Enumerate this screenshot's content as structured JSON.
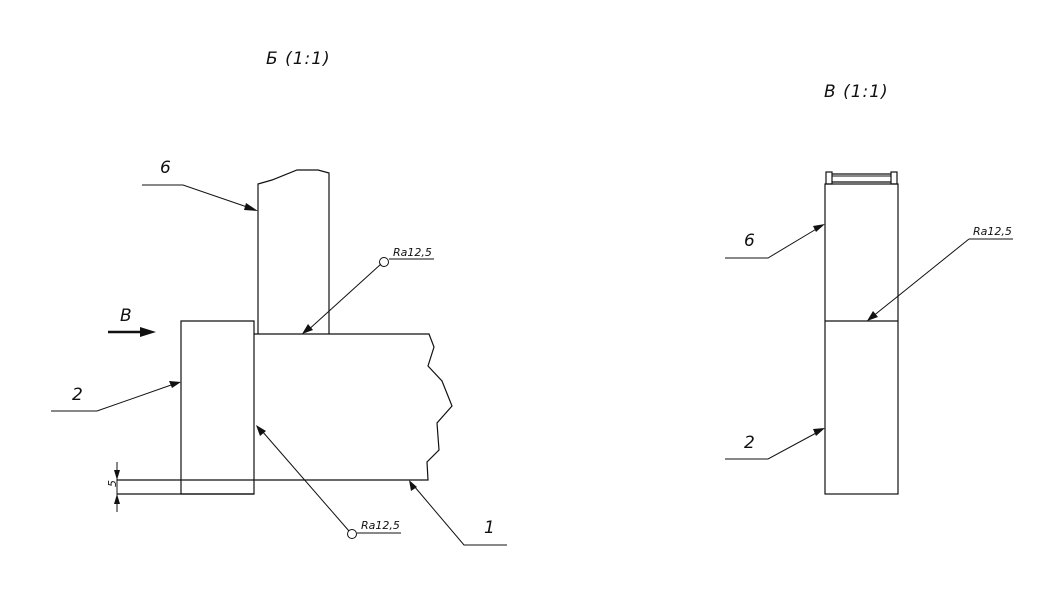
{
  "views": {
    "b": {
      "title": "Б (1:1)",
      "arrow_label": "В"
    },
    "v": {
      "title": "В (1:1)"
    }
  },
  "callouts": {
    "b_part_6": "6",
    "b_part_2": "2",
    "b_part_1": "1",
    "v_part_6": "6",
    "v_part_2": "2"
  },
  "roughness": {
    "b_upper": "Ra12,5",
    "b_lower": "Ra12,5",
    "v_weld": "Ra12,5"
  },
  "dimensions": {
    "gap": "5"
  },
  "colors": {
    "line": "#111111",
    "background": "#ffffff"
  }
}
